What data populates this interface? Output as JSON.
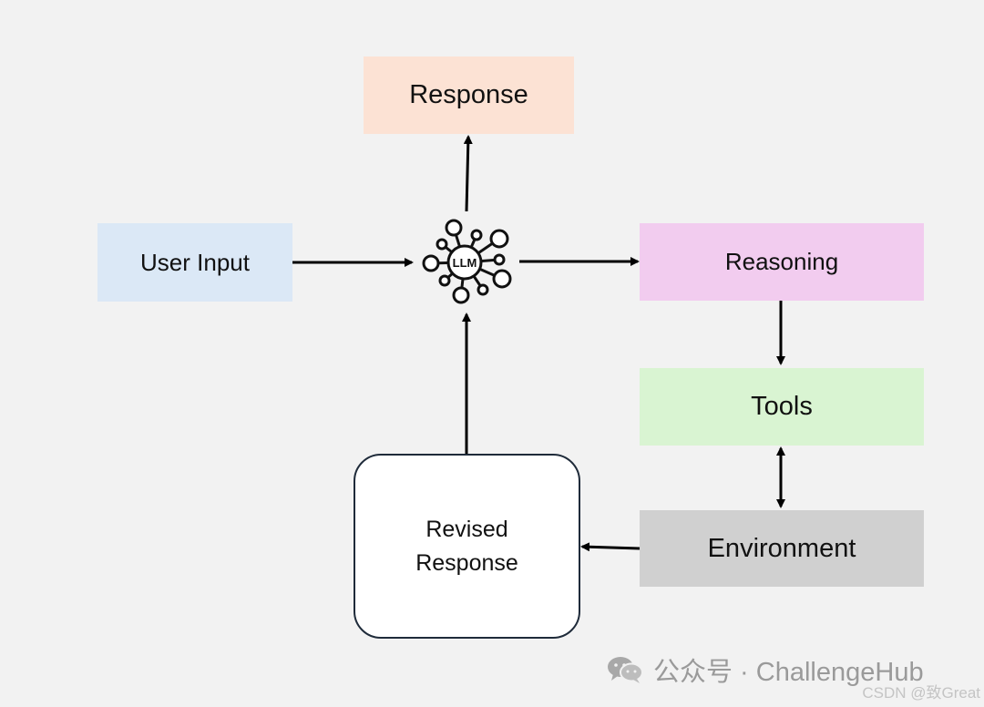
{
  "nodes": {
    "response": "Response",
    "user_input": "User Input",
    "llm": "LLM",
    "reasoning": "Reasoning",
    "tools": "Tools",
    "environment": "Environment",
    "revised_response": "Revised Response"
  },
  "footer": {
    "wechat_icon": "wechat-icon",
    "watermark": "公众号 · ChallengeHub",
    "credit": "CSDN @致Great"
  },
  "colors": {
    "background": "#f2f2f2",
    "response": "#fce2d4",
    "user_input": "#dbe8f6",
    "reasoning": "#f2ccef",
    "tools": "#d9f4d2",
    "environment": "#d0d0d0",
    "revised_response_border": "#1f2b3a",
    "arrow": "#000000"
  }
}
